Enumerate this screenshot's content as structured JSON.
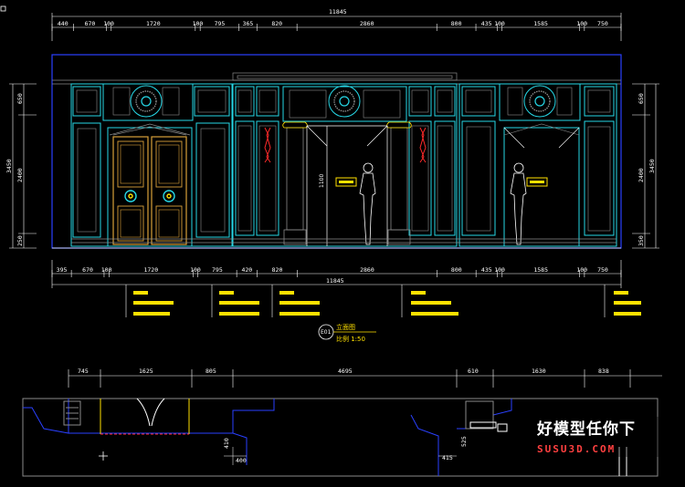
{
  "drawing": {
    "total_width_label": "11845",
    "top_dims": [
      "440",
      "670",
      "100",
      "1720",
      "100",
      "795",
      "365",
      "820",
      "2860",
      "800",
      "435",
      "100",
      "1585",
      "100",
      "750"
    ],
    "bottom_dims": [
      "395",
      "670",
      "100",
      "1720",
      "100",
      "795",
      "420",
      "820",
      "2860",
      "800",
      "435",
      "100",
      "1585",
      "100",
      "750"
    ],
    "bottom_total_label": "11845",
    "left_dims": [
      "3450",
      "650",
      "2400",
      "250"
    ],
    "right_dims": [
      "3450",
      "650",
      "2400",
      "350"
    ],
    "elevation_number": "E01",
    "elevation_title": "立面图",
    "elevation_scale": "比例 1:50",
    "plan_dims": [
      "745",
      "1625",
      "805",
      "4695",
      "610",
      "1630",
      "838"
    ],
    "plan_small_dims": [
      "400",
      "410",
      "415",
      "525"
    ],
    "door_dim_label": "1100"
  },
  "watermark": {
    "cn": "好模型任你下",
    "en": "SUSU3D.COM"
  },
  "colors": {
    "background": "#000000",
    "cyan": "#26d7e6",
    "gray": "#8a8a8a",
    "yellow": "#ffe100",
    "gold": "#d9a13a",
    "red": "#ff2a2a",
    "blue": "#2a40ff",
    "white": "#ffffff"
  }
}
